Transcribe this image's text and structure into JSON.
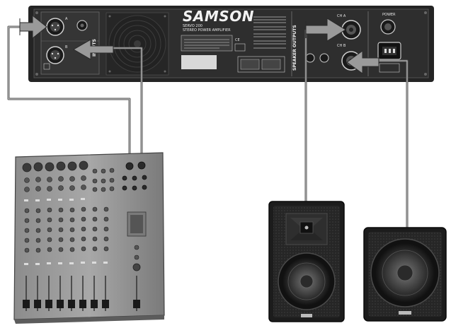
{
  "amplifier": {
    "brand": "SAMSON",
    "model": "SERVO 200",
    "subtitle": "STEREO POWER AMPLIFIER",
    "section_inputs": "INPUTS",
    "section_outputs": "SPEAKER OUTPUTS",
    "ch_a": "CH A",
    "ch_b": "CH B",
    "input_a": "A",
    "input_b": "B",
    "power": "POWER"
  },
  "colors": {
    "chassis": "#2a2a2a",
    "panel": "#3a3a3a",
    "cable": "#555555",
    "arrow": "#888888",
    "mixer": "#9a9a9a",
    "speaker": "#1e1e1e"
  },
  "icons": [
    "xlr-input-a-icon",
    "xlr-input-b-icon",
    "speakon-a-icon",
    "speakon-b-icon",
    "power-inlet-icon",
    "cooling-fan-icon",
    "arrow-icon"
  ]
}
